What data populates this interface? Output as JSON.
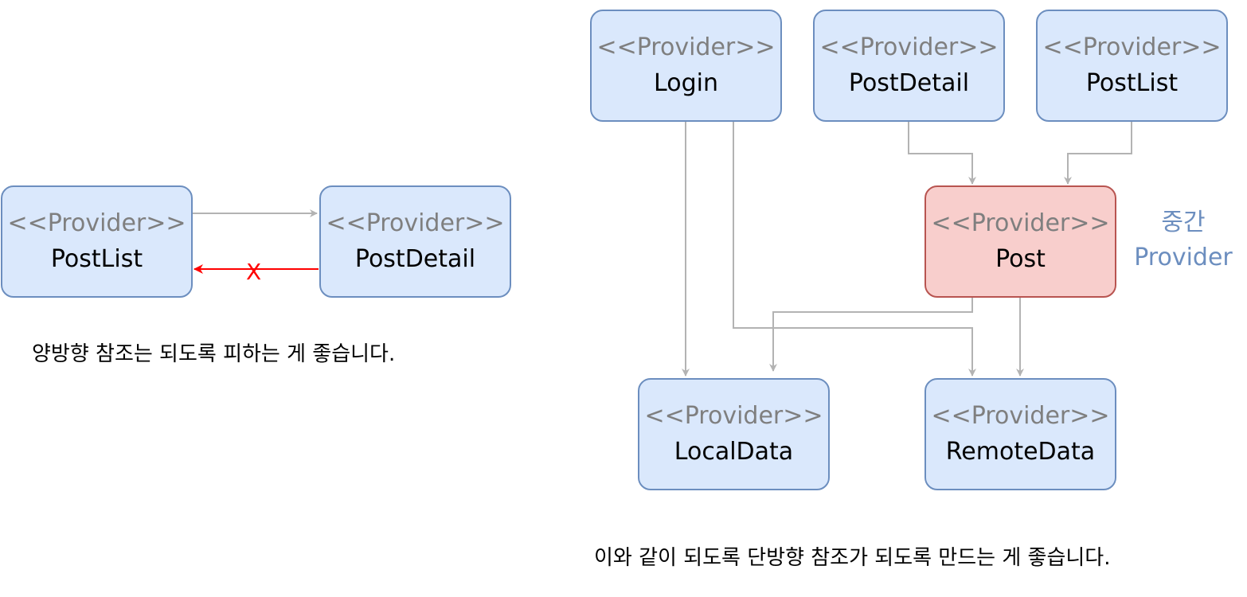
{
  "colors": {
    "box_fill": "#dae8fc",
    "box_border": "#6c8ebf",
    "mid_fill": "#f8cecc",
    "mid_border": "#b85450",
    "edge": "#b3b3b3",
    "bad_edge": "#ff0000",
    "stereotype_text": "#7f7f7f",
    "side_note_text": "#6c8ebf"
  },
  "left": {
    "postlist": {
      "stereotype": "<<Provider>>",
      "name": "PostList"
    },
    "postdetail": {
      "stereotype": "<<Provider>>",
      "name": "PostDetail"
    },
    "x_mark": "X",
    "caption": "양방향 참조는 되도록 피하는 게 좋습니다."
  },
  "right": {
    "login": {
      "stereotype": "<<Provider>>",
      "name": "Login"
    },
    "postdetail": {
      "stereotype": "<<Provider>>",
      "name": "PostDetail"
    },
    "postlist": {
      "stereotype": "<<Provider>>",
      "name": "PostList"
    },
    "post": {
      "stereotype": "<<Provider>>",
      "name": "Post"
    },
    "localdata": {
      "stereotype": "<<Provider>>",
      "name": "LocalData"
    },
    "remotedata": {
      "stereotype": "<<Provider>>",
      "name": "RemoteData"
    },
    "side_note": {
      "line1": "중간",
      "line2": "Provider"
    },
    "caption": "이와 같이 되도록 단방향 참조가 되도록 만드는 게 좋습니다."
  }
}
